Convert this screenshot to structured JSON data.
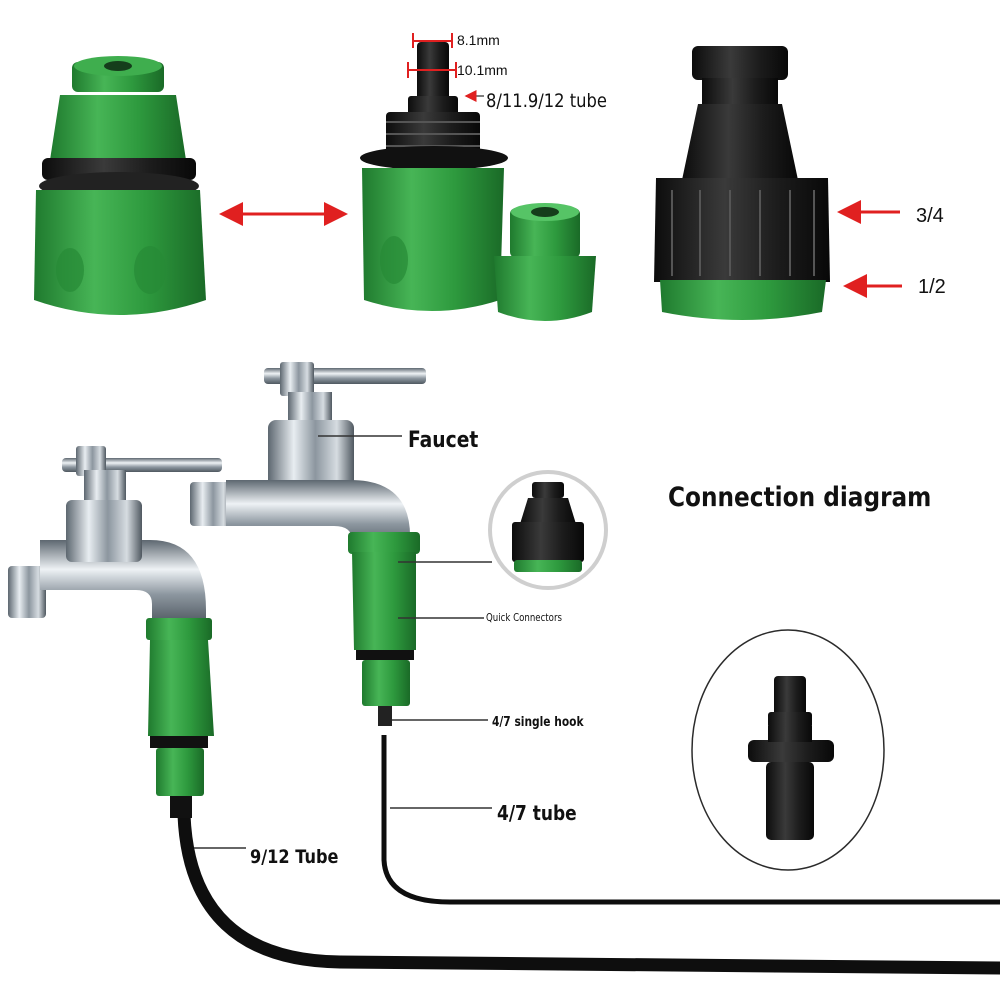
{
  "title": "Connection diagram",
  "labels": {
    "faucet": "Faucet",
    "quick_connectors": "Quick Connectors",
    "single_hook": "4/7 single hook",
    "tube_47": "4/7 tube",
    "tube_912": "9/12 Tube"
  },
  "dimensions": {
    "inner": "8.1mm",
    "outer": "10.1mm",
    "tube_sizes": "8/11.9/12 tube"
  },
  "thread_sizes": {
    "large": "3/4",
    "small": "1/2"
  },
  "colors": {
    "connector_green": "#2f9e3f",
    "connector_black": "#1e1e1e",
    "arrow_red": "#e02020",
    "chrome": "#9aa3ab"
  }
}
